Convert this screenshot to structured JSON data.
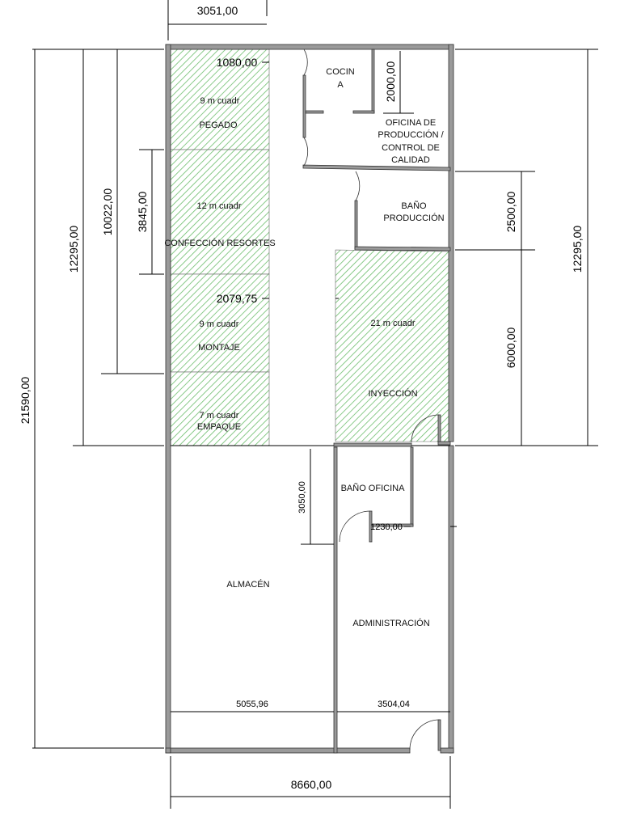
{
  "rooms": {
    "pegado": {
      "area": "9 m cuadr",
      "name": "PEGADO"
    },
    "resortes": {
      "area": "12 m cuadr",
      "name": "CONFECCIÓN RESORTES"
    },
    "montaje": {
      "area": "9 m cuadr",
      "name": "MONTAJE"
    },
    "empaque": {
      "area": "7 m cuadr",
      "name": "EMPAQUE"
    },
    "cocina": {
      "line1": "COCIN",
      "line2": "A"
    },
    "oficina_produccion": {
      "line1": "OFICINA DE",
      "line2": "PRODUCCIÓN /",
      "line3": "CONTROL DE",
      "line4": "CALIDAD"
    },
    "bano_produccion": {
      "line1": "BAÑO",
      "line2": "PRODUCCIÓN"
    },
    "inyeccion": {
      "area": "21 m cuadr",
      "name": "INYECCIÓN"
    },
    "bano_oficina": {
      "name": "BAÑO OFICINA"
    },
    "almacen": {
      "name": "ALMACÉN"
    },
    "administracion": {
      "name": "ADMINISTRACIÓN"
    }
  },
  "dimensions": {
    "top_width": "3051,00",
    "total_width": "8660,00",
    "total_length": "21590,00",
    "left_12295": "12295,00",
    "left_10022": "10022,00",
    "left_3845": "3845,00",
    "right_2500": "2500,00",
    "right_6000": "6000,00",
    "right_12295": "12295,00",
    "cocina_2000": "2000,00",
    "aisle_1080": "1080,00",
    "aisle_2079": "2079,75",
    "bano_3050": "3050,00",
    "bano_1230": "1230,00",
    "almacen_width": "5055,96",
    "admin_width": "3504,04"
  },
  "colors": {
    "hatch": "#6cbd6c",
    "wall": "#9a9a9a"
  }
}
